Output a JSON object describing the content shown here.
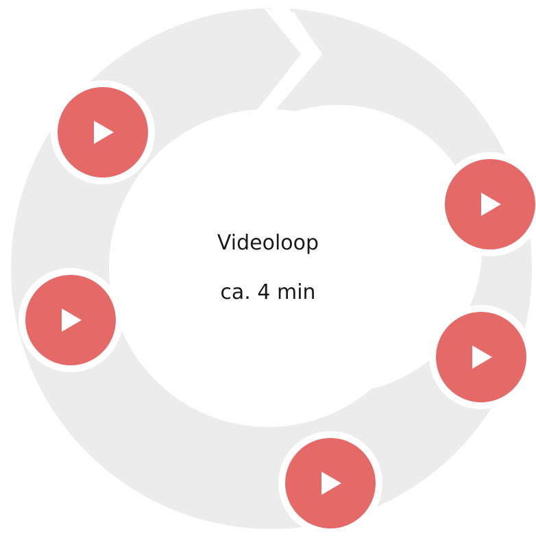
{
  "center": {
    "title": "Videoloop",
    "duration": "ca. 4 min"
  },
  "loop": {
    "video_count": 5,
    "play_button_icon": "play-icon"
  },
  "colors": {
    "ring": "#ececec",
    "play_button": "#e56a67",
    "play_icon": "#ffffff",
    "background": "#ffffff"
  }
}
